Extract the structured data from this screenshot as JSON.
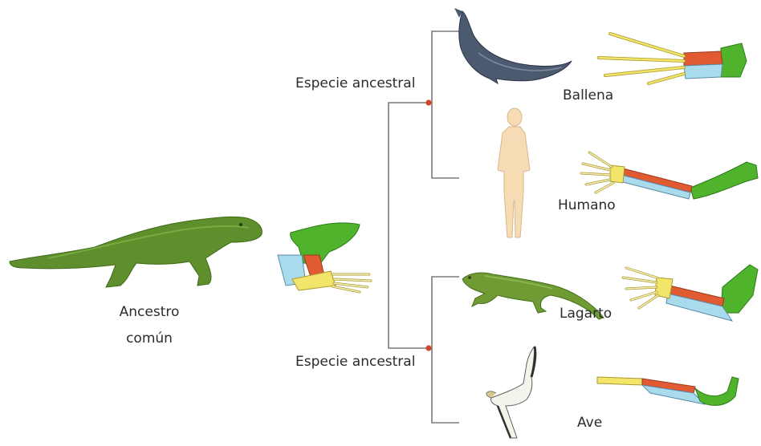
{
  "diagram": {
    "ancestor_label_line1": "Ancestro",
    "ancestor_label_line2": "común",
    "branch_top_label": "Especie ancestral",
    "branch_bottom_label": "Especie ancestral",
    "species": [
      {
        "name": "Ballena",
        "icon": "whale-icon"
      },
      {
        "name": "Humano",
        "icon": "human-icon"
      },
      {
        "name": "Lagarto",
        "icon": "lizard-icon"
      },
      {
        "name": "Ave",
        "icon": "bird-icon"
      }
    ],
    "colors": {
      "tree_line": "#7a7a7a",
      "node_dot": "#d0442a",
      "humerus": "#4fb42c",
      "radius": "#e05a32",
      "ulna": "#a9dbec",
      "carpals": "#f3e56a",
      "animal_green": "#6f9a34"
    }
  }
}
